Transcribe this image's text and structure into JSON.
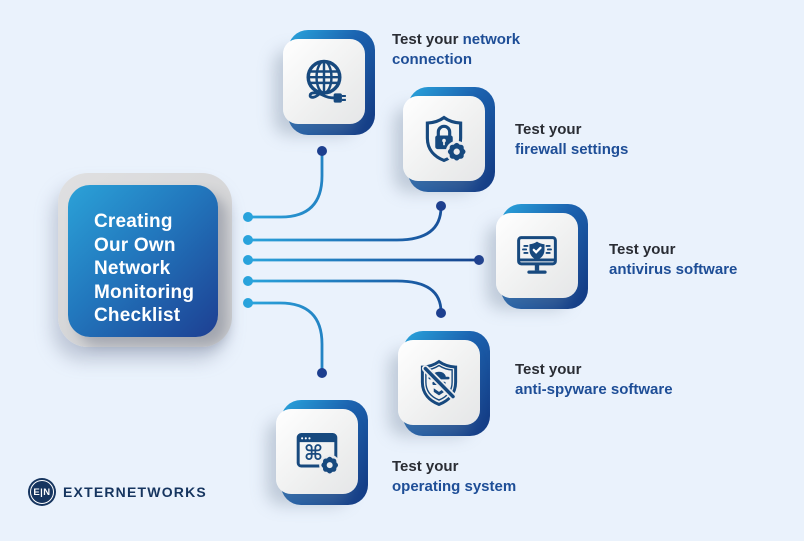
{
  "background_color": "#eaf2fc",
  "accent_colors": {
    "light_blue": "#29a3dc",
    "navy": "#17497e",
    "line_end_navy": "#1d3f8f",
    "label_dark": "#2a2d34",
    "label_blue": "#1e4e97",
    "logo_navy": "#16355f"
  },
  "title_box": {
    "text": "Creating\nOur Own\nNetwork\nMonitoring\nChecklist"
  },
  "items": [
    {
      "id": "network-connection",
      "icon": "globe-plug-icon",
      "l1_dark": "Test your",
      "l1_blue": " network",
      "l2": "connection"
    },
    {
      "id": "firewall-settings",
      "icon": "shield-lock-gear-icon",
      "l1_dark": "Test your",
      "l1_blue": "",
      "l2": "firewall settings"
    },
    {
      "id": "antivirus-software",
      "icon": "monitor-shield-icon",
      "l1_dark": "Test your",
      "l1_blue": "",
      "l2": "antivirus software"
    },
    {
      "id": "anti-spyware-software",
      "icon": "shield-spy-slash-icon",
      "l1_dark": "Test your",
      "l1_blue": "",
      "l2": "anti-spyware software"
    },
    {
      "id": "operating-system",
      "icon": "window-command-gear-icon",
      "l1_dark": "Test your",
      "l1_blue": "",
      "l2": "operating system"
    }
  ],
  "icons": {
    "command_glyph": "⌘"
  },
  "logo": {
    "mark": "E|N",
    "wordmark": "EXTERNETWORKS"
  }
}
